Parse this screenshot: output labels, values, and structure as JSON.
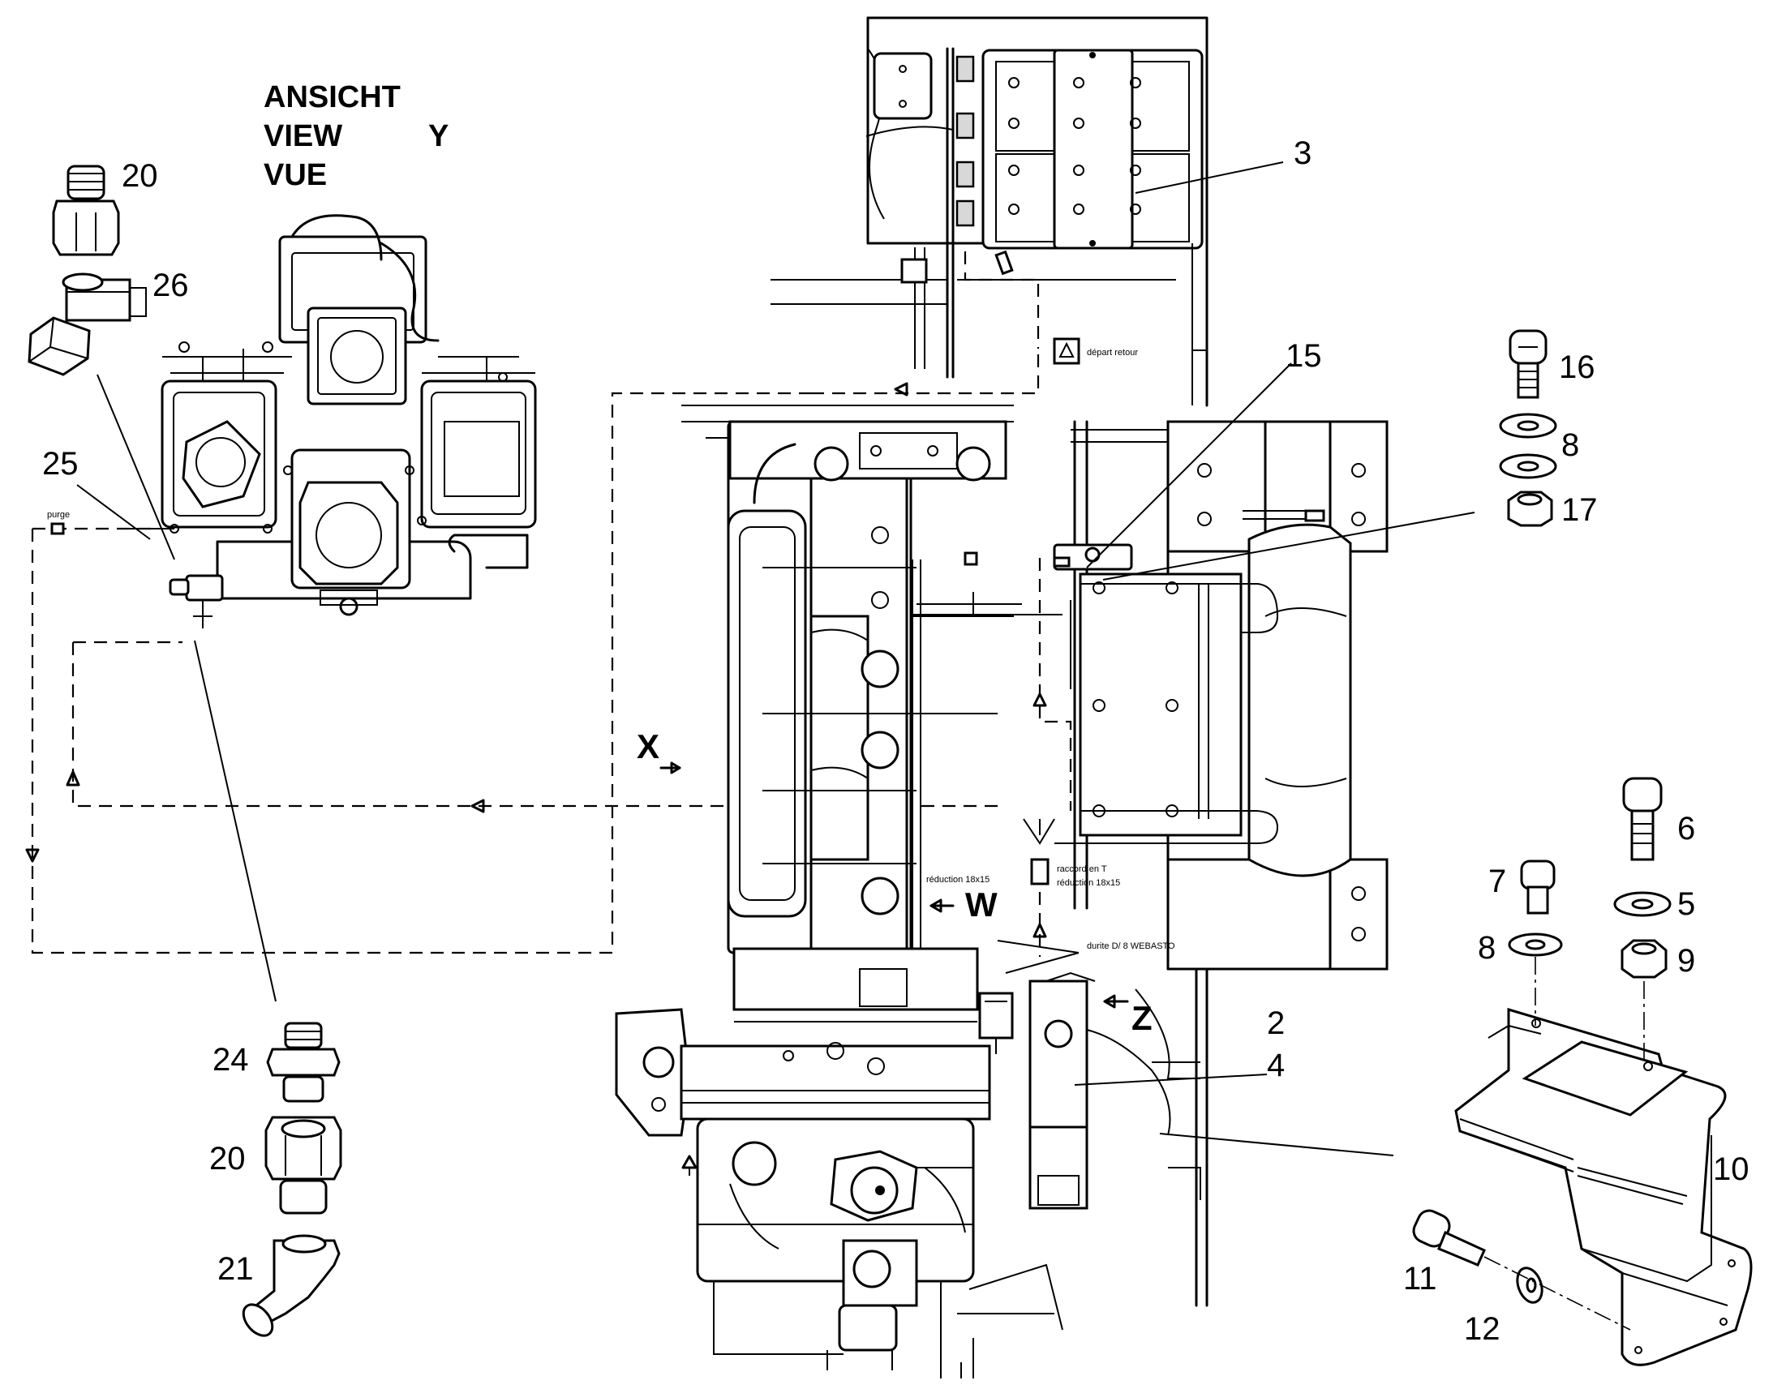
{
  "view_title": [
    "ANSICHT",
    "VIEW",
    "VUE"
  ],
  "view_title_letter": "Y",
  "view_markers": [
    "X",
    "W",
    "Z"
  ],
  "annotations": {
    "depart_retour": "départ retour",
    "purge": "purge",
    "reduction_1": "réduction 18x15",
    "raccord_t": "raccord en T",
    "reduction_2": "réduction 18x15",
    "durite": "durite D/ 8 WEBASTO"
  },
  "item_numbers": {
    "n20a": "20",
    "n26": "26",
    "n25": "25",
    "n24": "24",
    "n20b": "20",
    "n21": "21",
    "n3": "3",
    "n15": "15",
    "n16": "16",
    "n8a": "8",
    "n17": "17",
    "n6": "6",
    "n7": "7",
    "n5": "5",
    "n8b": "8",
    "n9": "9",
    "n2": "2",
    "n4": "4",
    "n10": "10",
    "n11": "11",
    "n12": "12"
  }
}
